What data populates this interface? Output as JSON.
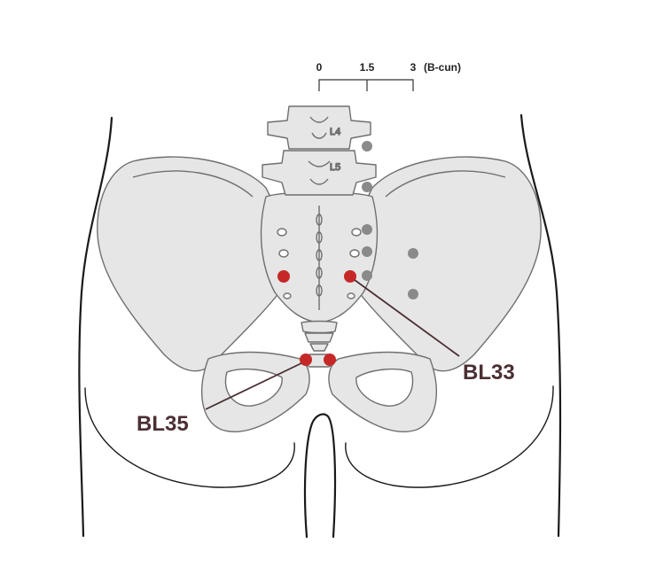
{
  "scale": {
    "tick_labels": [
      "0",
      "1.5",
      "3"
    ],
    "unit": "(B-cun)"
  },
  "vertebrae": [
    "L4",
    "L5"
  ],
  "points": {
    "bl33": {
      "label": "BL33"
    },
    "bl35": {
      "label": "BL35"
    }
  },
  "colors": {
    "bone_fill": "#e6e6e6",
    "bone_stroke": "#6f6f6f",
    "outline": "#1a1a1a",
    "highlight_point": "#c62828",
    "other_point": "#8a8a8a",
    "label_text": "#4a2f33"
  }
}
